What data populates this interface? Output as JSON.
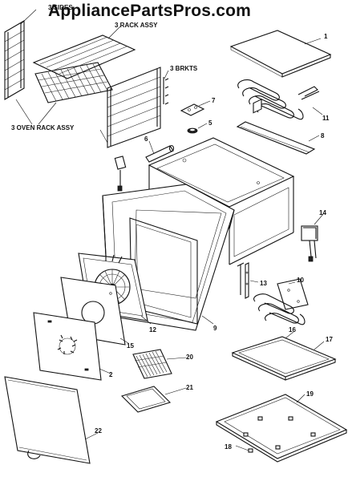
{
  "watermark": "AppliancePartsPros.com",
  "labels": {
    "sides": "3  SIDES",
    "rack_assy_top": "3  RACK ASSY",
    "brkts": "3  BRKTS",
    "oven_rack_assy": "3  OVEN RACK ASSY"
  },
  "callouts": {
    "c1": "1",
    "c2": "2",
    "c5": "5",
    "c6": "6",
    "c7": "7",
    "c8": "8",
    "c9": "9",
    "c10": "10",
    "c11": "11",
    "c12": "12",
    "c13": "13",
    "c14": "14",
    "c15": "15",
    "c16": "16",
    "c17": "17",
    "c18": "18",
    "c19": "19",
    "c20": "20",
    "c21": "21",
    "c22": "22"
  }
}
